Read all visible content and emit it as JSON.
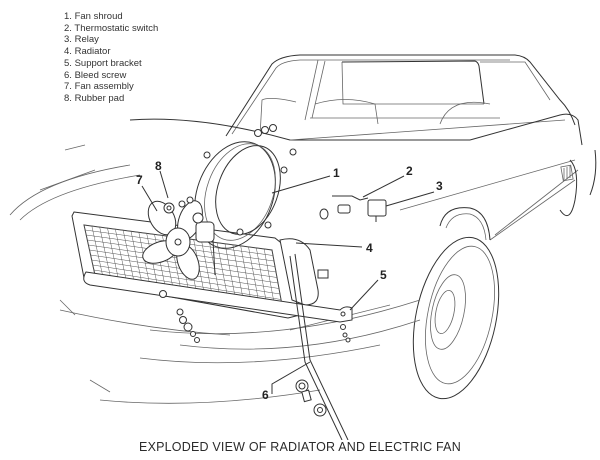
{
  "legend": {
    "items": [
      {
        "number": "1.",
        "label": "Fan shroud"
      },
      {
        "number": "2.",
        "label": "Thermostatic switch"
      },
      {
        "number": "3.",
        "label": "Relay"
      },
      {
        "number": "4.",
        "label": "Radiator"
      },
      {
        "number": "5.",
        "label": "Support bracket"
      },
      {
        "number": "6.",
        "label": "Bleed screw"
      },
      {
        "number": "7.",
        "label": "Fan assembly"
      },
      {
        "number": "8.",
        "label": "Rubber pad"
      }
    ]
  },
  "callouts": [
    "1",
    "2",
    "3",
    "4",
    "5",
    "6",
    "7",
    "8"
  ],
  "caption": "EXPLODED VIEW OF RADIATOR AND ELECTRIC FAN"
}
